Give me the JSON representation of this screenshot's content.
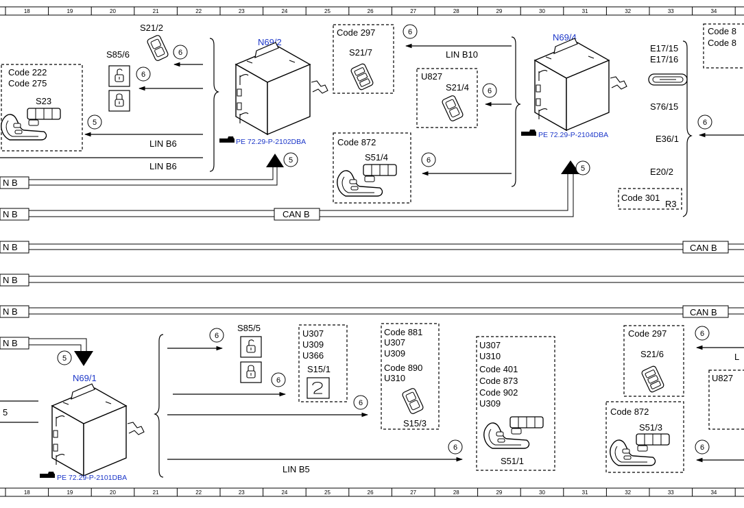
{
  "ruler": {
    "numbers": [
      "18",
      "19",
      "20",
      "21",
      "22",
      "23",
      "24",
      "25",
      "26",
      "27",
      "28",
      "29",
      "30",
      "31",
      "32",
      "33",
      "34"
    ]
  },
  "modules": {
    "n69_2": "N69/2",
    "n69_4": "N69/4",
    "n69_1": "N69/1",
    "ref_2102": "PE 72.29-P-2102DBA",
    "ref_2104": "PE 72.29-P-2104DBA",
    "ref_2101": "PE 72.29-P-2101DBA"
  },
  "buses": {
    "can_b": "CAN B",
    "can_b_cut": "N B",
    "lin_b6": "LIN B6",
    "lin_b10": "LIN B10",
    "lin_b5": "LIN B5",
    "l_cut": "L",
    "five_cut": "5"
  },
  "connectors": {
    "five": "5",
    "six": "6"
  },
  "components": {
    "s21_2": "S21/2",
    "s85_6": "S85/6",
    "s23": "S23",
    "s21_7": "S21/7",
    "s21_4": "S21/4",
    "s51_4": "S51/4",
    "e17_15": "E17/15",
    "e17_16": "E17/16",
    "s76_15": "S76/15",
    "e36_1": "E36/1",
    "e20_2": "E20/2",
    "r3": "R3",
    "s85_5": "S85/5",
    "s15_1": "S15/1",
    "s15_3": "S15/3",
    "s51_1": "S51/1",
    "s21_6": "S21/6",
    "s51_3": "S51/3"
  },
  "codes": {
    "c222": "Code 222",
    "c275": "Code 275",
    "c297": "Code 297",
    "c872": "Code 872",
    "c301": "Code 301",
    "c8a": "Code 8",
    "c8b": "Code 8",
    "c881": "Code 881",
    "c890": "Code 890",
    "c401": "Code 401",
    "c873": "Code 873",
    "c902": "Code 902",
    "u827": "U827",
    "u307": "U307",
    "u309": "U309",
    "u366": "U366",
    "u310": "U310"
  }
}
